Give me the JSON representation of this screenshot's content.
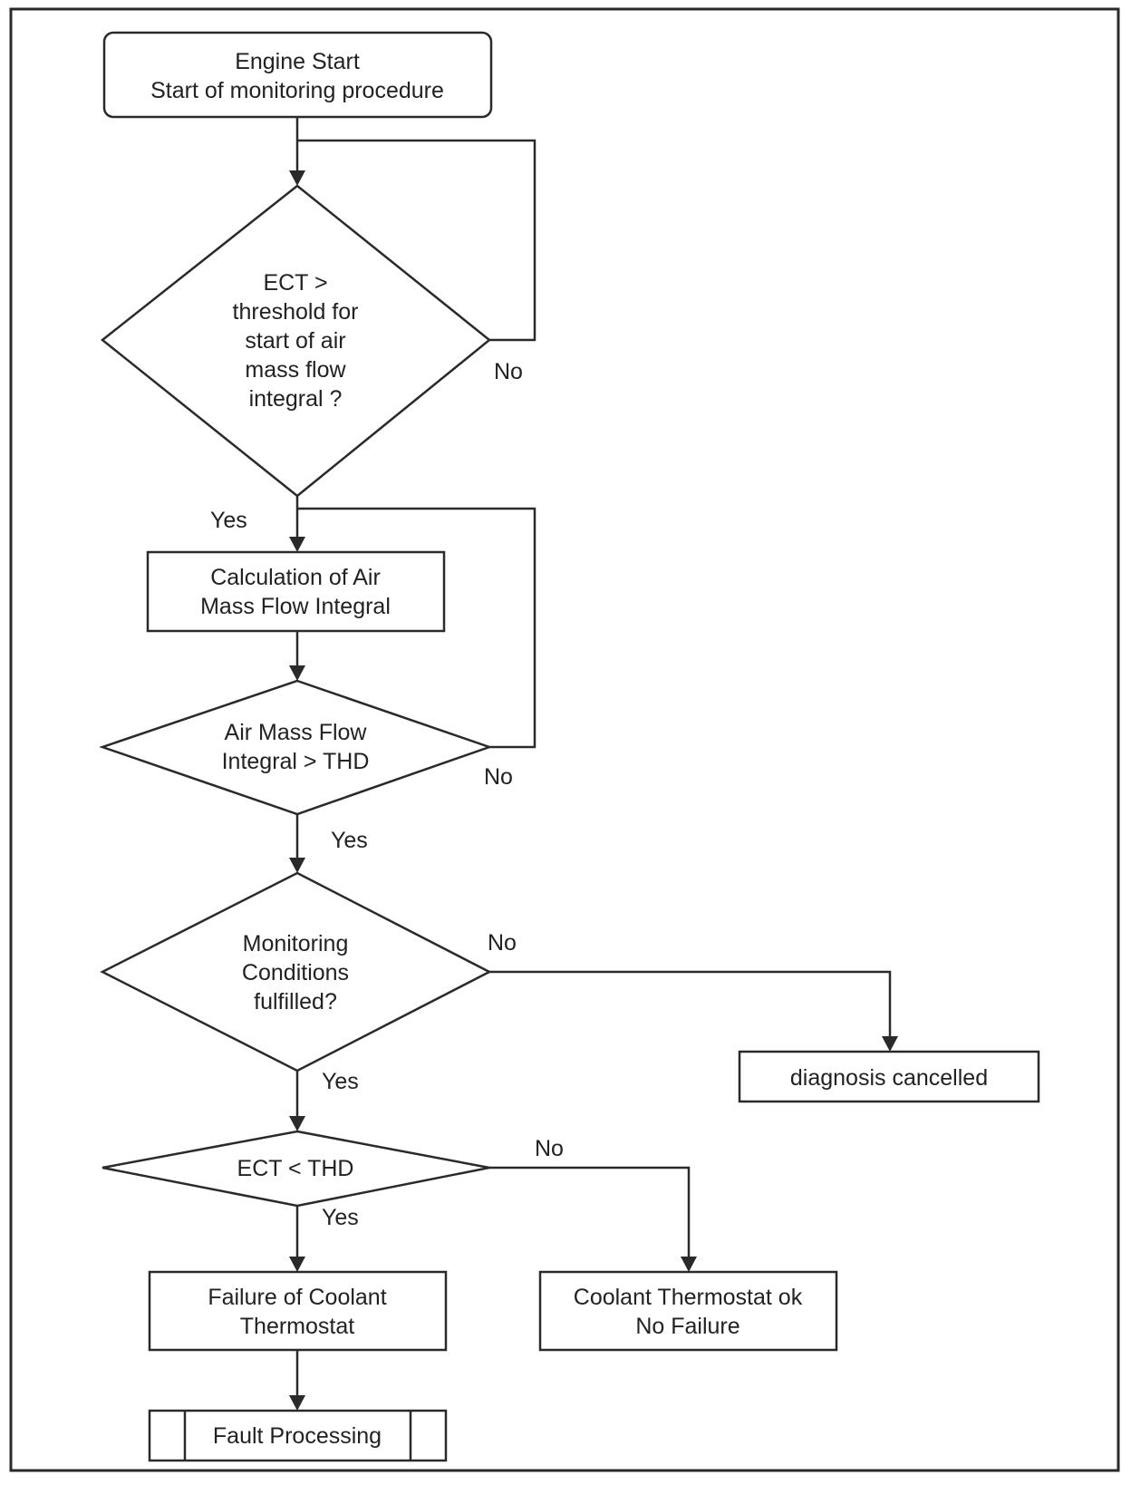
{
  "start": {
    "line1": "Engine Start",
    "line2": "Start of monitoring procedure"
  },
  "decision_ect_threshold": {
    "lines": [
      "ECT >",
      "threshold for",
      "start of air",
      "mass flow",
      "integral ?"
    ],
    "no_label": "No",
    "yes_label": "Yes"
  },
  "process_calculation": {
    "lines": [
      "Calculation of Air",
      "Mass Flow Integral"
    ]
  },
  "decision_air_mass": {
    "lines": [
      "Air Mass Flow",
      "Integral > THD"
    ],
    "no_label": "No",
    "yes_label": "Yes"
  },
  "decision_monitoring": {
    "lines": [
      "Monitoring",
      "Conditions",
      "fulfilled?"
    ],
    "no_label": "No",
    "yes_label": "Yes"
  },
  "diagnosis_cancelled": {
    "label": "diagnosis cancelled"
  },
  "decision_ect_thd": {
    "label": "ECT < THD",
    "no_label": "No",
    "yes_label": "Yes"
  },
  "failure_box": {
    "lines": [
      "Failure of Coolant",
      "Thermostat"
    ]
  },
  "ok_box": {
    "lines": [
      "Coolant Thermostat ok",
      "No Failure"
    ]
  },
  "fault_processing": {
    "label": "Fault Processing"
  },
  "colors": {
    "stroke": "#2a2a2a",
    "text": "#222222",
    "background": "#ffffff"
  }
}
